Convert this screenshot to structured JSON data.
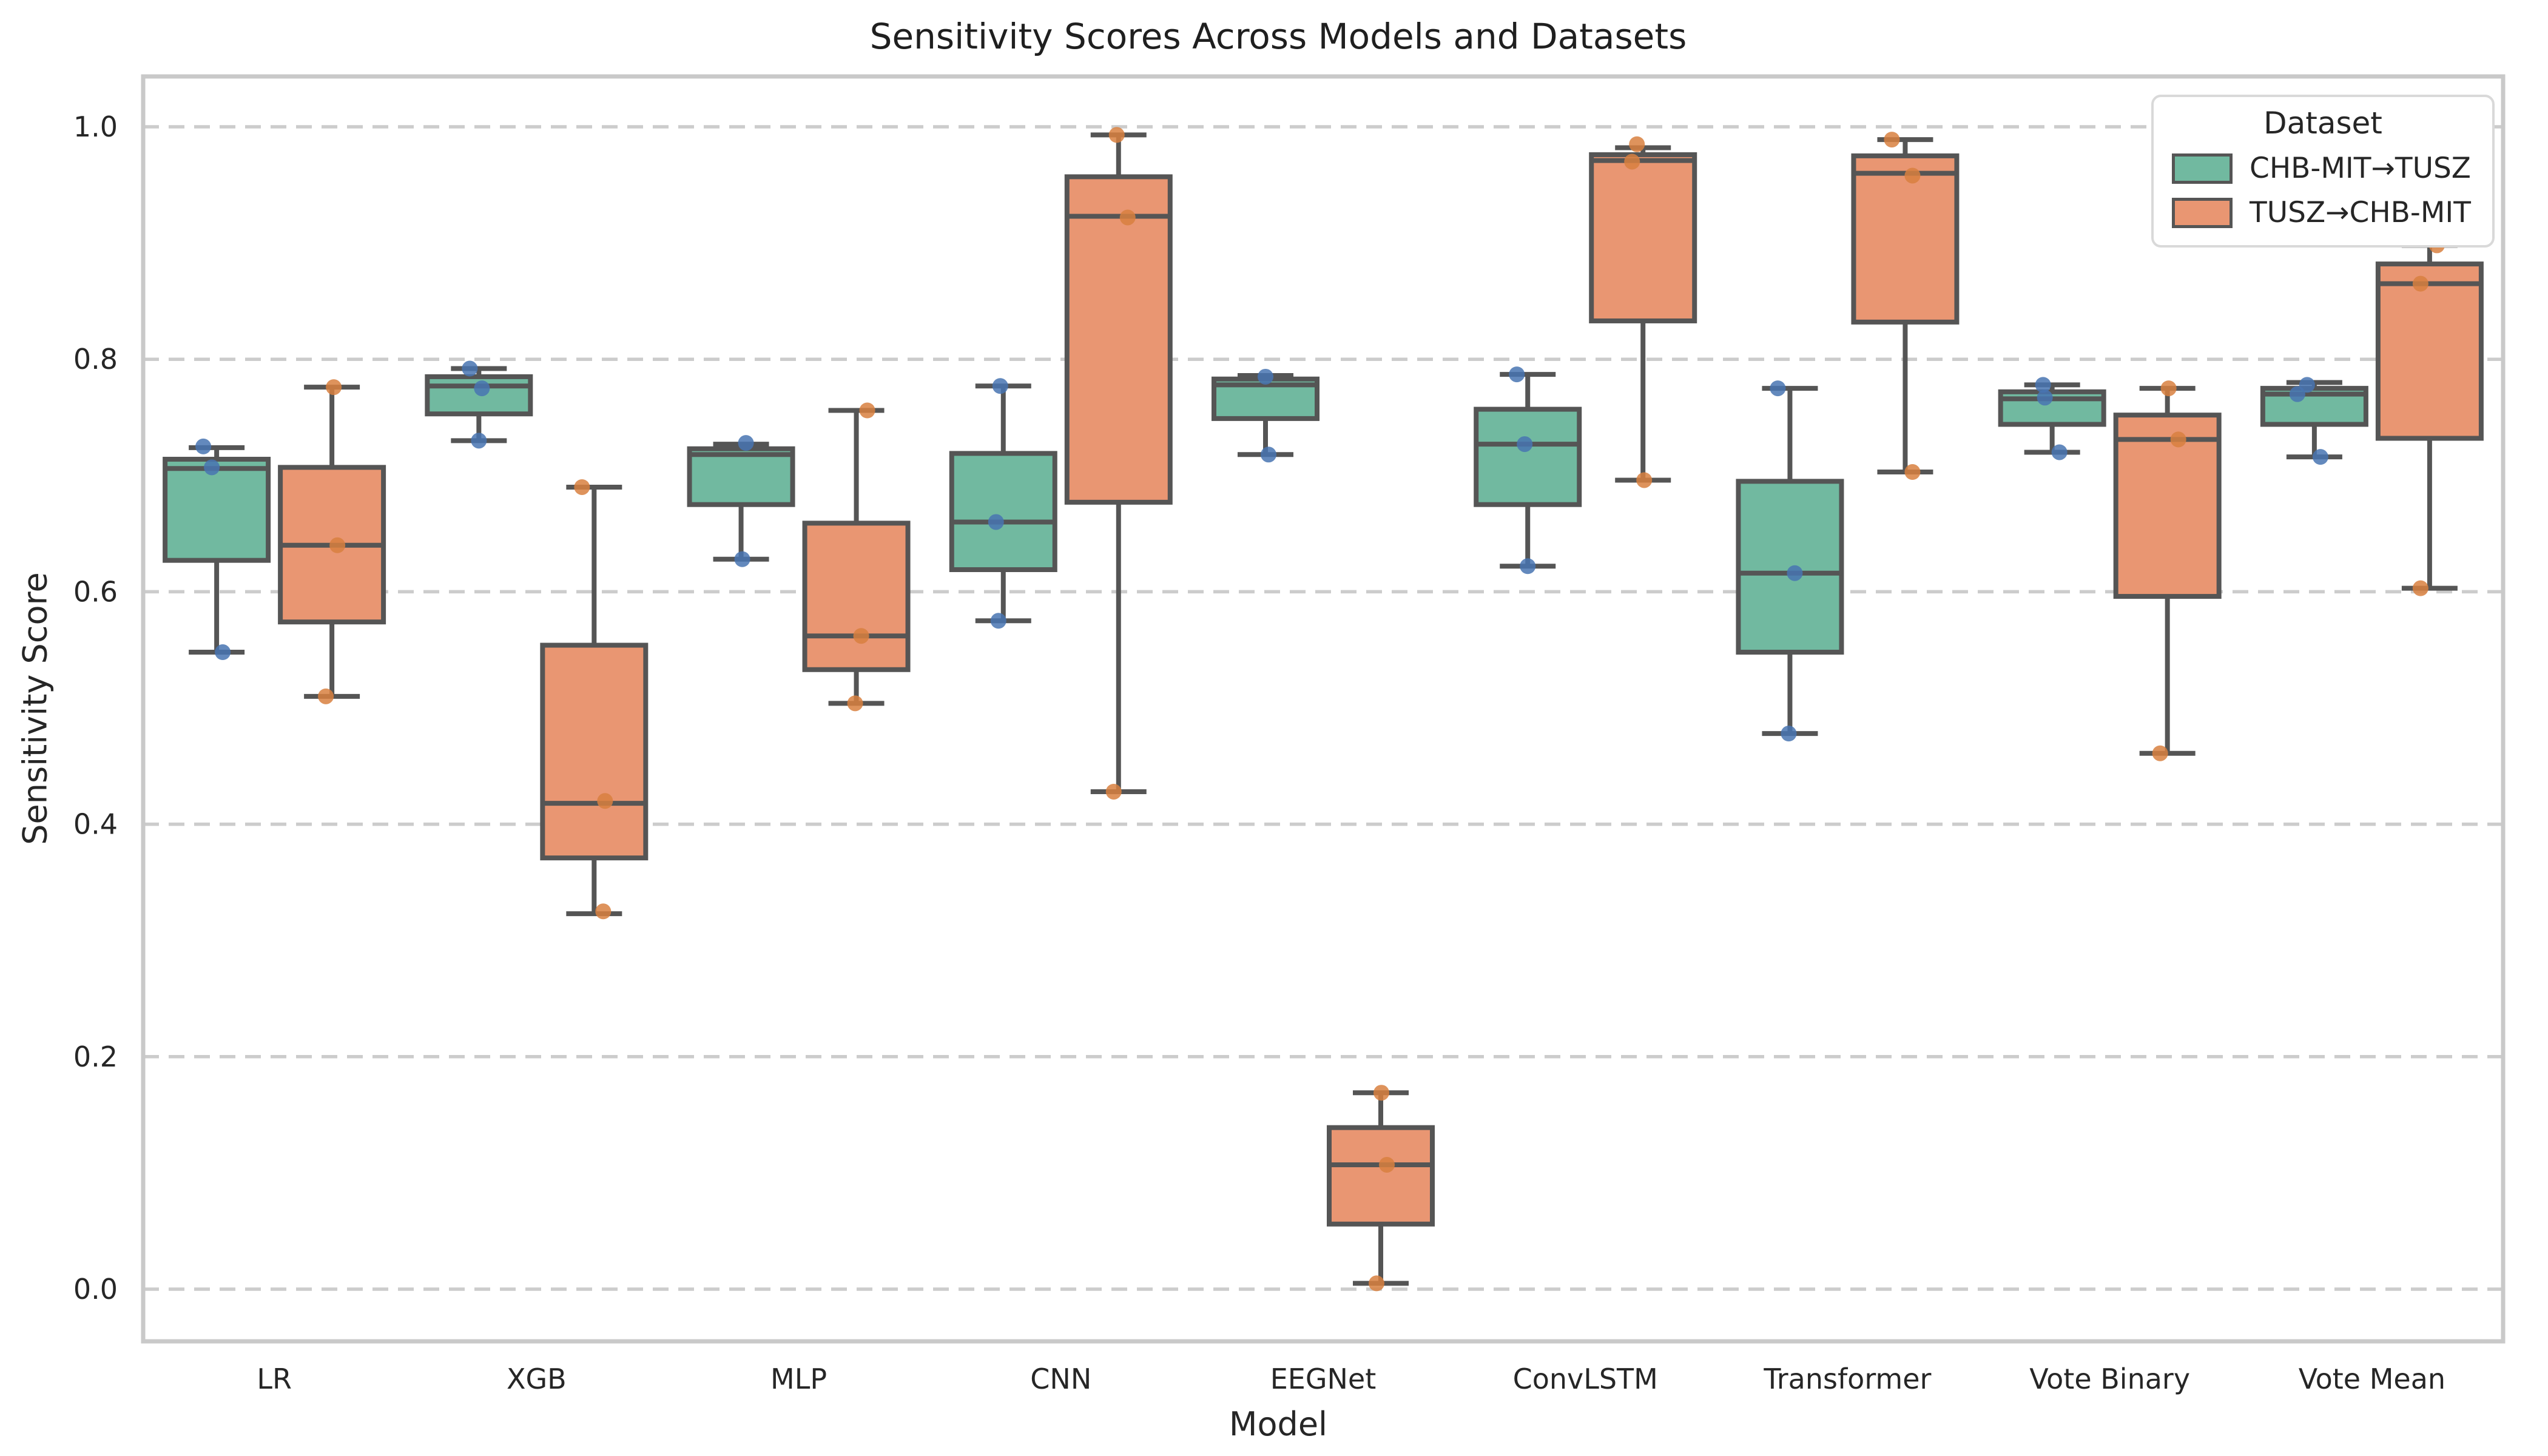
{
  "chart_data": {
    "type": "box",
    "title": "Sensitivity Scores Across Models and Datasets",
    "xlabel": "Model",
    "ylabel": "Sensitivity Score",
    "ylim": [
      -0.045,
      1.043
    ],
    "grid": "horizontal-dashed",
    "yticks": [
      "0.0",
      "0.2",
      "0.4",
      "0.6",
      "0.8",
      "1.0"
    ],
    "categories": [
      "LR",
      "XGB",
      "MLP",
      "CNN",
      "EEGNet",
      "ConvLSTM",
      "Transformer",
      "Vote Binary",
      "Vote Mean"
    ],
    "legend": {
      "title": "Dataset",
      "position": "upper-right",
      "entries": [
        {
          "label": "CHB-MIT→TUSZ",
          "color": "#71b9a0"
        },
        {
          "label": "TUSZ→CHB-MIT",
          "color": "#e99672"
        }
      ]
    },
    "colors": {
      "edge": "#555555",
      "grid": "#cccccc",
      "spine": "#c9c9c9",
      "text": "#262626"
    },
    "series": [
      {
        "name": "CHB-MIT→TUSZ",
        "color": "#71b9a0",
        "point_color": "#4874b2",
        "boxes": [
          {
            "whislo": 0.548,
            "q1": 0.627,
            "med": 0.706,
            "q3": 0.714,
            "whishi": 0.724,
            "points": [
              {
                "v": 0.725,
                "dx": -22
              },
              {
                "v": 0.707,
                "dx": -8
              },
              {
                "v": 0.548,
                "dx": 10
              }
            ]
          },
          {
            "whislo": 0.73,
            "q1": 0.753,
            "med": 0.777,
            "q3": 0.785,
            "whishi": 0.792,
            "points": [
              {
                "v": 0.792,
                "dx": -15
              },
              {
                "v": 0.775,
                "dx": 5
              },
              {
                "v": 0.73,
                "dx": 0
              }
            ]
          },
          {
            "whislo": 0.628,
            "q1": 0.675,
            "med": 0.718,
            "q3": 0.723,
            "whishi": 0.727,
            "points": [
              {
                "v": 0.728,
                "dx": 8
              },
              {
                "v": 0.628,
                "dx": 2
              }
            ]
          },
          {
            "whislo": 0.575,
            "q1": 0.619,
            "med": 0.66,
            "q3": 0.719,
            "whishi": 0.777,
            "points": [
              {
                "v": 0.777,
                "dx": -5
              },
              {
                "v": 0.66,
                "dx": -12
              },
              {
                "v": 0.575,
                "dx": -8
              }
            ]
          },
          {
            "whislo": 0.718,
            "q1": 0.749,
            "med": 0.778,
            "q3": 0.783,
            "whishi": 0.786,
            "points": [
              {
                "v": 0.785,
                "dx": 0
              },
              {
                "v": 0.718,
                "dx": 5
              }
            ]
          },
          {
            "whislo": 0.622,
            "q1": 0.675,
            "med": 0.727,
            "q3": 0.757,
            "whishi": 0.787,
            "points": [
              {
                "v": 0.787,
                "dx": -18
              },
              {
                "v": 0.727,
                "dx": -5
              },
              {
                "v": 0.622,
                "dx": 0
              }
            ]
          },
          {
            "whislo": 0.478,
            "q1": 0.548,
            "med": 0.616,
            "q3": 0.695,
            "whishi": 0.775,
            "points": [
              {
                "v": 0.775,
                "dx": -20
              },
              {
                "v": 0.616,
                "dx": 8
              },
              {
                "v": 0.478,
                "dx": -2
              }
            ]
          },
          {
            "whislo": 0.72,
            "q1": 0.744,
            "med": 0.766,
            "q3": 0.772,
            "whishi": 0.778,
            "points": [
              {
                "v": 0.778,
                "dx": -15
              },
              {
                "v": 0.767,
                "dx": -12
              },
              {
                "v": 0.72,
                "dx": 12
              }
            ]
          },
          {
            "whislo": 0.716,
            "q1": 0.744,
            "med": 0.77,
            "q3": 0.775,
            "whishi": 0.78,
            "points": [
              {
                "v": 0.778,
                "dx": -12
              },
              {
                "v": 0.77,
                "dx": -28
              },
              {
                "v": 0.716,
                "dx": 10
              }
            ]
          }
        ]
      },
      {
        "name": "TUSZ→CHB-MIT",
        "color": "#e99672",
        "point_color": "#d8803f",
        "boxes": [
          {
            "whislo": 0.51,
            "q1": 0.574,
            "med": 0.64,
            "q3": 0.707,
            "whishi": 0.776,
            "points": [
              {
                "v": 0.776,
                "dx": 3
              },
              {
                "v": 0.64,
                "dx": 9
              },
              {
                "v": 0.51,
                "dx": -10
              }
            ]
          },
          {
            "whislo": 0.323,
            "q1": 0.371,
            "med": 0.418,
            "q3": 0.554,
            "whishi": 0.69,
            "points": [
              {
                "v": 0.69,
                "dx": -20
              },
              {
                "v": 0.42,
                "dx": 18
              },
              {
                "v": 0.325,
                "dx": 15
              }
            ]
          },
          {
            "whislo": 0.504,
            "q1": 0.533,
            "med": 0.562,
            "q3": 0.659,
            "whishi": 0.756,
            "points": [
              {
                "v": 0.756,
                "dx": 18
              },
              {
                "v": 0.562,
                "dx": 8
              },
              {
                "v": 0.504,
                "dx": -2
              }
            ]
          },
          {
            "whislo": 0.428,
            "q1": 0.677,
            "med": 0.923,
            "q3": 0.957,
            "whishi": 0.993,
            "points": [
              {
                "v": 0.993,
                "dx": -3
              },
              {
                "v": 0.922,
                "dx": 15
              },
              {
                "v": 0.428,
                "dx": -8
              }
            ]
          },
          {
            "whislo": 0.005,
            "q1": 0.056,
            "med": 0.107,
            "q3": 0.139,
            "whishi": 0.169,
            "points": [
              {
                "v": 0.169,
                "dx": 1
              },
              {
                "v": 0.107,
                "dx": 10
              },
              {
                "v": 0.005,
                "dx": -7
              }
            ]
          },
          {
            "whislo": 0.696,
            "q1": 0.833,
            "med": 0.971,
            "q3": 0.976,
            "whishi": 0.982,
            "points": [
              {
                "v": 0.985,
                "dx": -10
              },
              {
                "v": 0.97,
                "dx": -18
              },
              {
                "v": 0.696,
                "dx": 2
              }
            ]
          },
          {
            "whislo": 0.703,
            "q1": 0.832,
            "med": 0.96,
            "q3": 0.975,
            "whishi": 0.989,
            "points": [
              {
                "v": 0.989,
                "dx": -22
              },
              {
                "v": 0.958,
                "dx": 12
              },
              {
                "v": 0.703,
                "dx": 12
              }
            ]
          },
          {
            "whislo": 0.461,
            "q1": 0.596,
            "med": 0.731,
            "q3": 0.752,
            "whishi": 0.775,
            "points": [
              {
                "v": 0.775,
                "dx": 2
              },
              {
                "v": 0.731,
                "dx": 18
              },
              {
                "v": 0.461,
                "dx": -12
              }
            ]
          },
          {
            "whislo": 0.603,
            "q1": 0.732,
            "med": 0.865,
            "q3": 0.882,
            "whishi": 0.898,
            "points": [
              {
                "v": 0.898,
                "dx": 12
              },
              {
                "v": 0.865,
                "dx": -15
              },
              {
                "v": 0.603,
                "dx": -15
              }
            ]
          }
        ]
      }
    ]
  }
}
